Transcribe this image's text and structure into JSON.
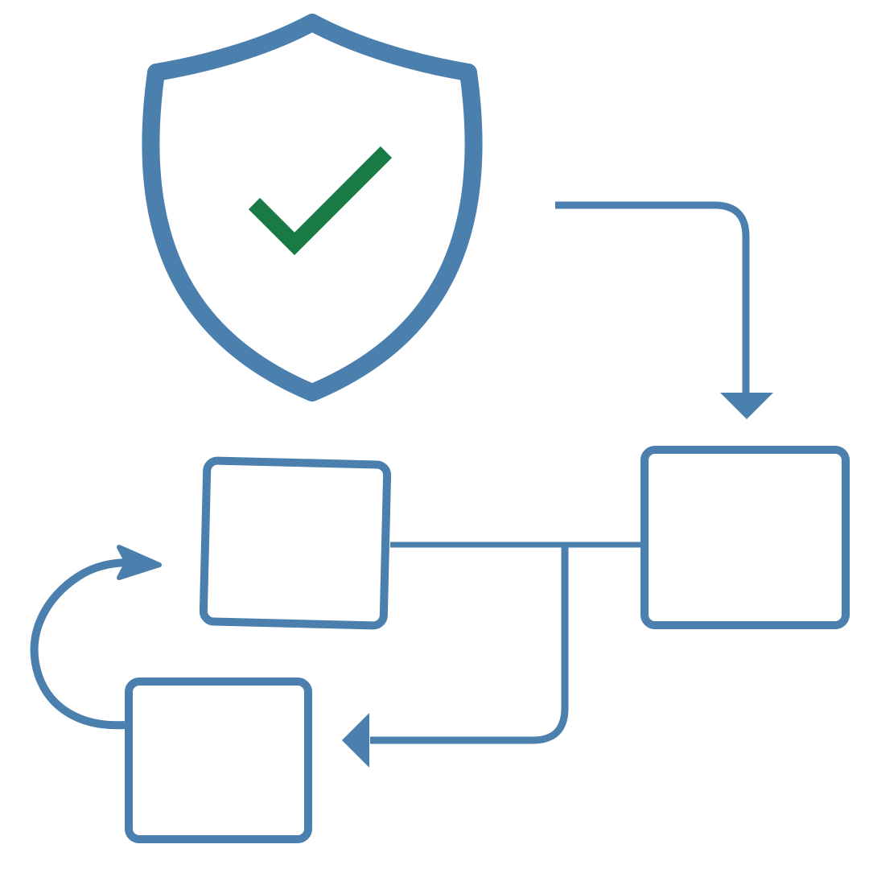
{
  "colors": {
    "stroke": "#4a7fae",
    "check": "#1a7a45",
    "background": "#ffffff"
  },
  "icons": {
    "shield": "shield-check-icon",
    "check": "checkmark-icon"
  },
  "diagram": {
    "kind": "flowchart",
    "nodes": [
      {
        "id": "top-left-box",
        "label": ""
      },
      {
        "id": "right-box",
        "label": ""
      },
      {
        "id": "bottom-left-box",
        "label": ""
      }
    ],
    "edges": [
      {
        "from": "top-left-box",
        "to": "right-box",
        "arrow": false
      },
      {
        "from": "junction",
        "to": "bottom-left-box",
        "arrow": true
      },
      {
        "from": "bottom-left-box",
        "to": "top-left-box",
        "arrow": true,
        "curved": true
      },
      {
        "from": "top-open-end",
        "to": "right-box",
        "arrow": true
      }
    ]
  }
}
